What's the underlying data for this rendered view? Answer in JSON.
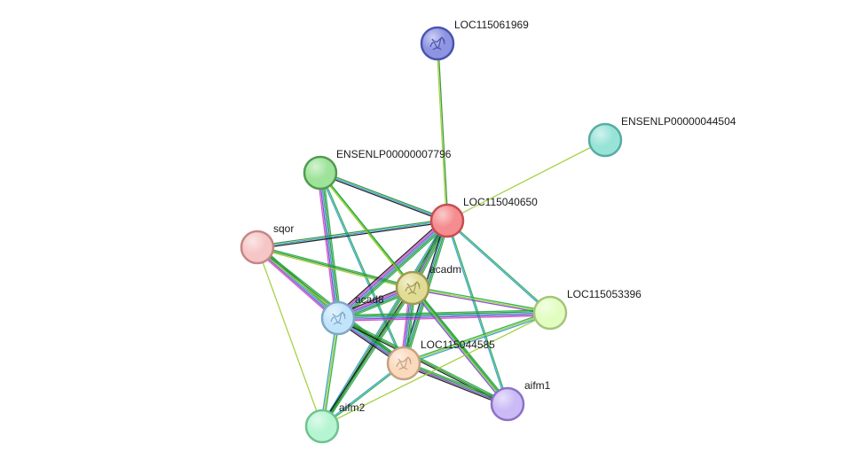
{
  "colors": {
    "background": "#ffffff",
    "channels": [
      "#22aa44",
      "#2b8f2b",
      "#9ccd33",
      "#2a9acd",
      "#7a3fcc",
      "#d14bc0",
      "#111111"
    ]
  },
  "nodes": [
    {
      "id": "LOC115061969",
      "label": "LOC115061969",
      "fill": "#8e94e2",
      "stroke": "#4a55ac",
      "glyph": "structure"
    },
    {
      "id": "ENSENLP00000044504",
      "label": "ENSENLP00000044504",
      "fill": "#98e3d7",
      "stroke": "#54ada2",
      "glyph": ""
    },
    {
      "id": "ENSENLP00000007796",
      "label": "ENSENLP00000007796",
      "fill": "#9ee39a",
      "stroke": "#4f9b4f",
      "glyph": ""
    },
    {
      "id": "LOC115040650",
      "label": "LOC115040650",
      "fill": "#f58c8f",
      "stroke": "#c74d52",
      "glyph": ""
    },
    {
      "id": "sqor",
      "label": "sqor",
      "fill": "#f6c6c6",
      "stroke": "#c48686",
      "glyph": ""
    },
    {
      "id": "acadm",
      "label": "acadm",
      "fill": "#e1dc95",
      "stroke": "#a09a51",
      "glyph": "structure"
    },
    {
      "id": "LOC115053396",
      "label": "LOC115053396",
      "fill": "#e2fdc0",
      "stroke": "#a5c47b",
      "glyph": ""
    },
    {
      "id": "acad8",
      "label": "acad8",
      "fill": "#c2e4fb",
      "stroke": "#7fa8c7",
      "glyph": "structure"
    },
    {
      "id": "LOC115044585",
      "label": "LOC115044585",
      "fill": "#fbd9bd",
      "stroke": "#c4a282",
      "glyph": "structure"
    },
    {
      "id": "aifm1",
      "label": "aifm1",
      "fill": "#cbbaf6",
      "stroke": "#8a73c4",
      "glyph": ""
    },
    {
      "id": "aifm2",
      "label": "aifm2",
      "fill": "#b5f5d2",
      "stroke": "#6fc28f",
      "glyph": ""
    }
  ],
  "edges": [
    {
      "source": "LOC115061969",
      "target": "LOC115040650",
      "channels": [
        1,
        2
      ]
    },
    {
      "source": "ENSENLP00000044504",
      "target": "LOC115040650",
      "channels": [
        2
      ]
    },
    {
      "source": "ENSENLP00000007796",
      "target": "LOC115040650",
      "channels": [
        1,
        3,
        6
      ]
    },
    {
      "source": "ENSENLP00000007796",
      "target": "acadm",
      "channels": [
        0,
        2
      ]
    },
    {
      "source": "ENSENLP00000007796",
      "target": "acad8",
      "channels": [
        0,
        1,
        3,
        4,
        5
      ]
    },
    {
      "source": "ENSENLP00000007796",
      "target": "LOC115044585",
      "channels": [
        0,
        3
      ]
    },
    {
      "source": "sqor",
      "target": "LOC115040650",
      "channels": [
        1,
        3,
        6
      ]
    },
    {
      "source": "sqor",
      "target": "acadm",
      "channels": [
        0,
        1,
        2
      ]
    },
    {
      "source": "sqor",
      "target": "acad8",
      "channels": [
        0,
        1,
        3,
        4,
        5
      ]
    },
    {
      "source": "sqor",
      "target": "LOC115044585",
      "channels": [
        0,
        1,
        2
      ]
    },
    {
      "source": "sqor",
      "target": "aifm2",
      "channels": [
        2
      ]
    },
    {
      "source": "LOC115040650",
      "target": "acadm",
      "channels": [
        0,
        1,
        4,
        6
      ]
    },
    {
      "source": "LOC115040650",
      "target": "acad8",
      "channels": [
        0,
        1,
        3,
        4,
        5,
        6
      ]
    },
    {
      "source": "LOC115040650",
      "target": "LOC115053396",
      "channels": [
        0,
        3
      ]
    },
    {
      "source": "LOC115040650",
      "target": "LOC115044585",
      "channels": [
        0,
        1,
        3,
        6
      ]
    },
    {
      "source": "LOC115040650",
      "target": "aifm1",
      "channels": [
        0,
        3
      ]
    },
    {
      "source": "LOC115040650",
      "target": "aifm2",
      "channels": [
        0,
        1,
        3
      ]
    },
    {
      "source": "acadm",
      "target": "acad8",
      "channels": [
        0,
        1,
        3,
        4,
        5,
        6
      ]
    },
    {
      "source": "acadm",
      "target": "LOC115053396",
      "channels": [
        0,
        2,
        4
      ]
    },
    {
      "source": "acadm",
      "target": "LOC115044585",
      "channels": [
        0,
        1,
        3,
        4,
        5
      ]
    },
    {
      "source": "acadm",
      "target": "aifm1",
      "channels": [
        0,
        1,
        3,
        4
      ]
    },
    {
      "source": "acadm",
      "target": "aifm2",
      "channels": [
        0,
        1,
        6
      ]
    },
    {
      "source": "acad8",
      "target": "LOC115053396",
      "channels": [
        0,
        1,
        3,
        4,
        5
      ]
    },
    {
      "source": "acad8",
      "target": "LOC115044585",
      "channels": [
        0,
        1,
        3,
        4,
        6
      ]
    },
    {
      "source": "acad8",
      "target": "aifm1",
      "channels": [
        0,
        1,
        6
      ]
    },
    {
      "source": "acad8",
      "target": "aifm2",
      "channels": [
        0,
        2,
        3
      ]
    },
    {
      "source": "LOC115044585",
      "target": "LOC115053396",
      "channels": [
        0,
        2,
        3
      ]
    },
    {
      "source": "LOC115044585",
      "target": "aifm1",
      "channels": [
        0,
        1,
        4,
        6
      ]
    },
    {
      "source": "LOC115044585",
      "target": "aifm2",
      "channels": [
        0,
        3
      ]
    },
    {
      "source": "ENSENLP00000007796",
      "target": "aifm1",
      "channels": [
        0,
        2
      ]
    },
    {
      "source": "LOC115053396",
      "target": "aifm2",
      "channels": [
        2
      ]
    }
  ]
}
